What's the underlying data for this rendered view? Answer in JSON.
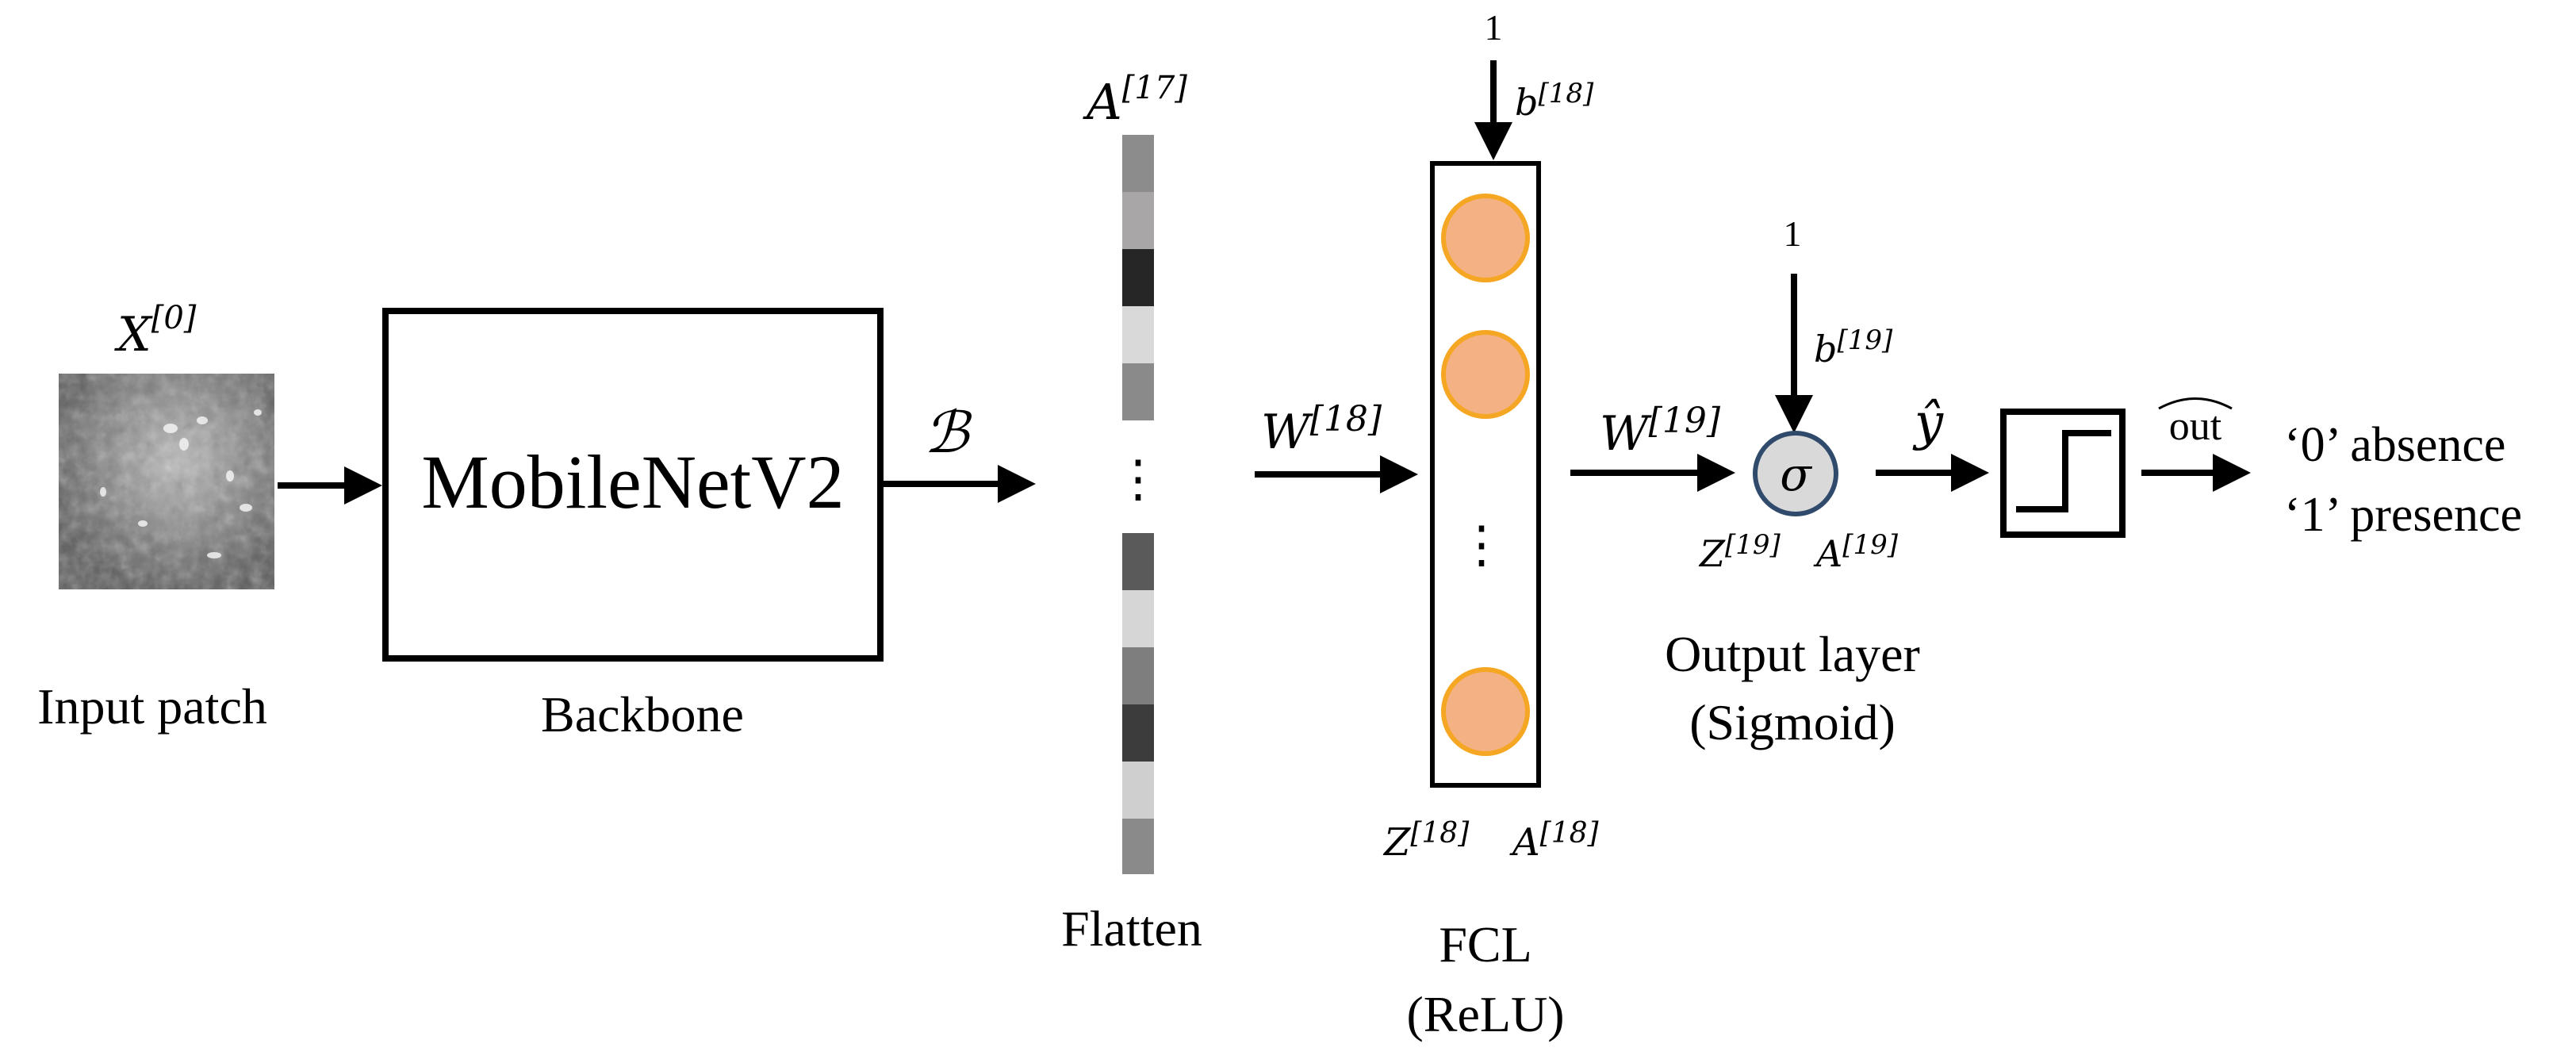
{
  "input": {
    "symbol": "X",
    "superscript": "[0]",
    "caption": "Input patch"
  },
  "backbone": {
    "name": "MobileNetV2",
    "caption": "Backbone"
  },
  "backbone_output_symbol": "ℬ",
  "flatten": {
    "symbol": "A",
    "superscript": "[17]",
    "caption": "Flatten",
    "ellipsis": "⋮"
  },
  "fcl": {
    "weight_symbol": "W",
    "weight_superscript": "[18]",
    "bias_input": "1",
    "bias_symbol": "b",
    "bias_superscript": "[18]",
    "z_symbol": "Z",
    "z_superscript": "[18]",
    "a_symbol": "A",
    "a_superscript": "[18]",
    "caption_line1": "FCL",
    "caption_line2": "(ReLU)",
    "ellipsis": "⋮"
  },
  "output_layer": {
    "weight_symbol": "W",
    "weight_superscript": "[19]",
    "bias_input": "1",
    "bias_symbol": "b",
    "bias_superscript": "[19]",
    "neuron_symbol": "σ",
    "z_symbol": "Z",
    "z_superscript": "[19]",
    "a_symbol": "A",
    "a_superscript": "[19]",
    "caption_line1": "Output layer",
    "caption_line2": "(Sigmoid)"
  },
  "prediction_symbol": "ŷ",
  "threshold_output_symbol": "out",
  "classes": [
    "‘0’ absence",
    "‘1’ presence"
  ],
  "colors": {
    "neuron_fill": "#f4b183",
    "neuron_stroke": "#f5a623",
    "sigmoid_fill": "#d9d9d9",
    "sigmoid_stroke": "#2f4a6b"
  }
}
